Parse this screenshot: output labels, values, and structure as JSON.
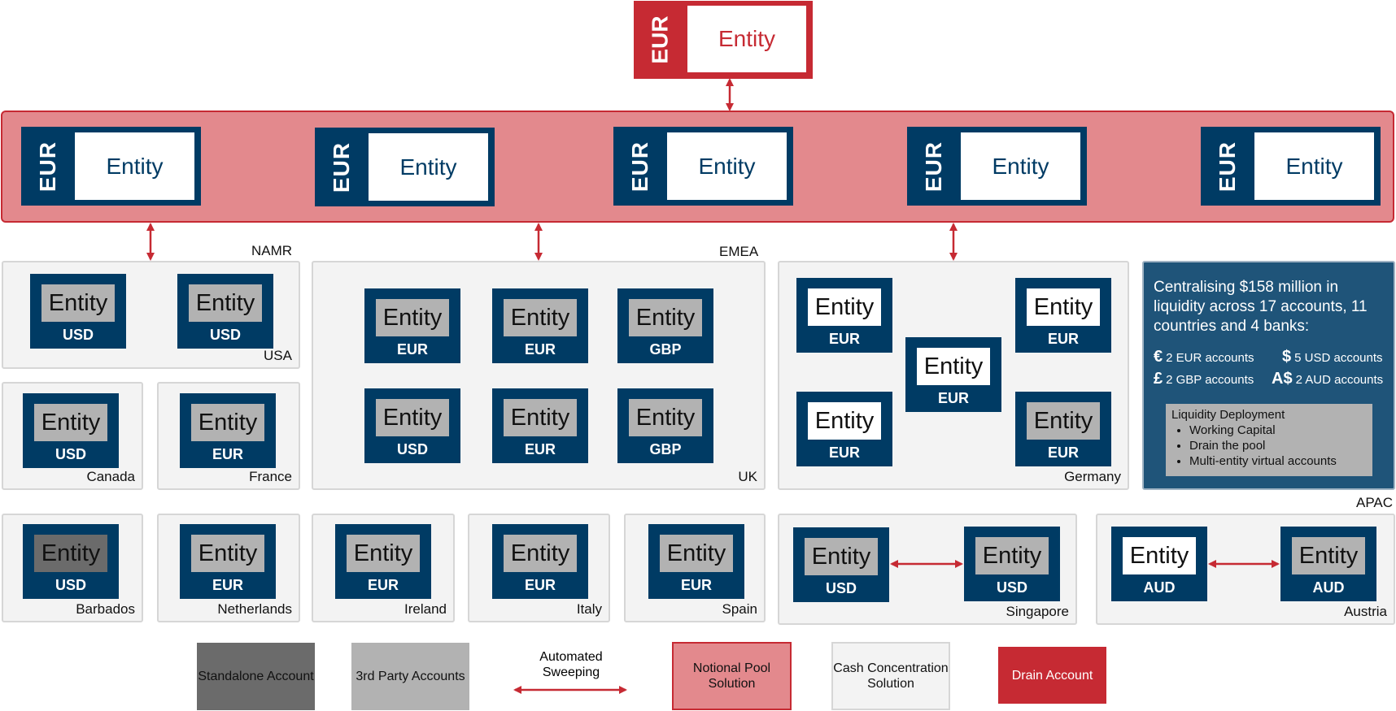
{
  "top_entity": {
    "currency": "EUR",
    "label": "Entity"
  },
  "pool_entities": [
    {
      "currency": "EUR",
      "label": "Entity"
    },
    {
      "currency": "EUR",
      "label": "Entity"
    },
    {
      "currency": "EUR",
      "label": "Entity"
    },
    {
      "currency": "EUR",
      "label": "Entity"
    },
    {
      "currency": "EUR",
      "label": "Entity"
    }
  ],
  "regions": {
    "namr": "NAMR",
    "emea": "EMEA",
    "apac": "APAC"
  },
  "countries": {
    "usa": {
      "label": "USA",
      "entities": [
        {
          "label": "Entity",
          "currency": "USD"
        },
        {
          "label": "Entity",
          "currency": "USD"
        }
      ]
    },
    "canada": {
      "label": "Canada",
      "entities": [
        {
          "label": "Entity",
          "currency": "USD"
        }
      ]
    },
    "france": {
      "label": "France",
      "entities": [
        {
          "label": "Entity",
          "currency": "EUR"
        }
      ]
    },
    "uk": {
      "label": "UK",
      "entities": [
        {
          "label": "Entity",
          "currency": "EUR"
        },
        {
          "label": "Entity",
          "currency": "EUR"
        },
        {
          "label": "Entity",
          "currency": "GBP"
        },
        {
          "label": "Entity",
          "currency": "USD"
        },
        {
          "label": "Entity",
          "currency": "EUR"
        },
        {
          "label": "Entity",
          "currency": "GBP"
        }
      ]
    },
    "germany": {
      "label": "Germany",
      "entities": [
        {
          "label": "Entity",
          "currency": "EUR"
        },
        {
          "label": "Entity",
          "currency": "EUR"
        },
        {
          "label": "Entity",
          "currency": "EUR"
        },
        {
          "label": "Entity",
          "currency": "EUR"
        },
        {
          "label": "Entity",
          "currency": "EUR"
        }
      ]
    },
    "barbados": {
      "label": "Barbados",
      "entities": [
        {
          "label": "Entity",
          "currency": "USD"
        }
      ]
    },
    "netherlands": {
      "label": "Netherlands",
      "entities": [
        {
          "label": "Entity",
          "currency": "EUR"
        }
      ]
    },
    "ireland": {
      "label": "Ireland",
      "entities": [
        {
          "label": "Entity",
          "currency": "EUR"
        }
      ]
    },
    "italy": {
      "label": "Italy",
      "entities": [
        {
          "label": "Entity",
          "currency": "EUR"
        }
      ]
    },
    "spain": {
      "label": "Spain",
      "entities": [
        {
          "label": "Entity",
          "currency": "EUR"
        }
      ]
    },
    "singapore": {
      "label": "Singapore",
      "entities": [
        {
          "label": "Entity",
          "currency": "USD"
        },
        {
          "label": "Entity",
          "currency": "USD"
        }
      ]
    },
    "austria": {
      "label": "Austria",
      "entities": [
        {
          "label": "Entity",
          "currency": "AUD"
        },
        {
          "label": "Entity",
          "currency": "AUD"
        }
      ]
    }
  },
  "info": {
    "headline": "Centralising $158 million in liquidity across 17 accounts, 11 countries and 4 banks:",
    "accounts": [
      {
        "symbol": "€",
        "text": "2 EUR accounts"
      },
      {
        "symbol": "$",
        "text": "5 USD accounts"
      },
      {
        "symbol": "£",
        "text": "2 GBP accounts"
      },
      {
        "symbol": "A$",
        "text": "2 AUD accounts"
      }
    ],
    "deployment_title": "Liquidity Deployment",
    "deployment_items": [
      "Working Capital",
      "Drain the pool",
      "Multi-entity virtual accounts"
    ]
  },
  "legend": {
    "standalone": "Standalone Account",
    "third_party": "3rd Party Accounts",
    "sweeping": "Automated Sweeping",
    "notional": "Notional Pool Solution",
    "cash_conc": "Cash Concentration Solution",
    "drain": "Drain Account"
  },
  "colors": {
    "navy": "#003b64",
    "red": "#c62a33",
    "pool_pink": "#e3898d",
    "third_party_grey": "#b2b2b2",
    "standalone_grey": "#6b6b6b",
    "info_blue": "#1f5479",
    "cash_conc_grey": "#f3f3f3"
  }
}
